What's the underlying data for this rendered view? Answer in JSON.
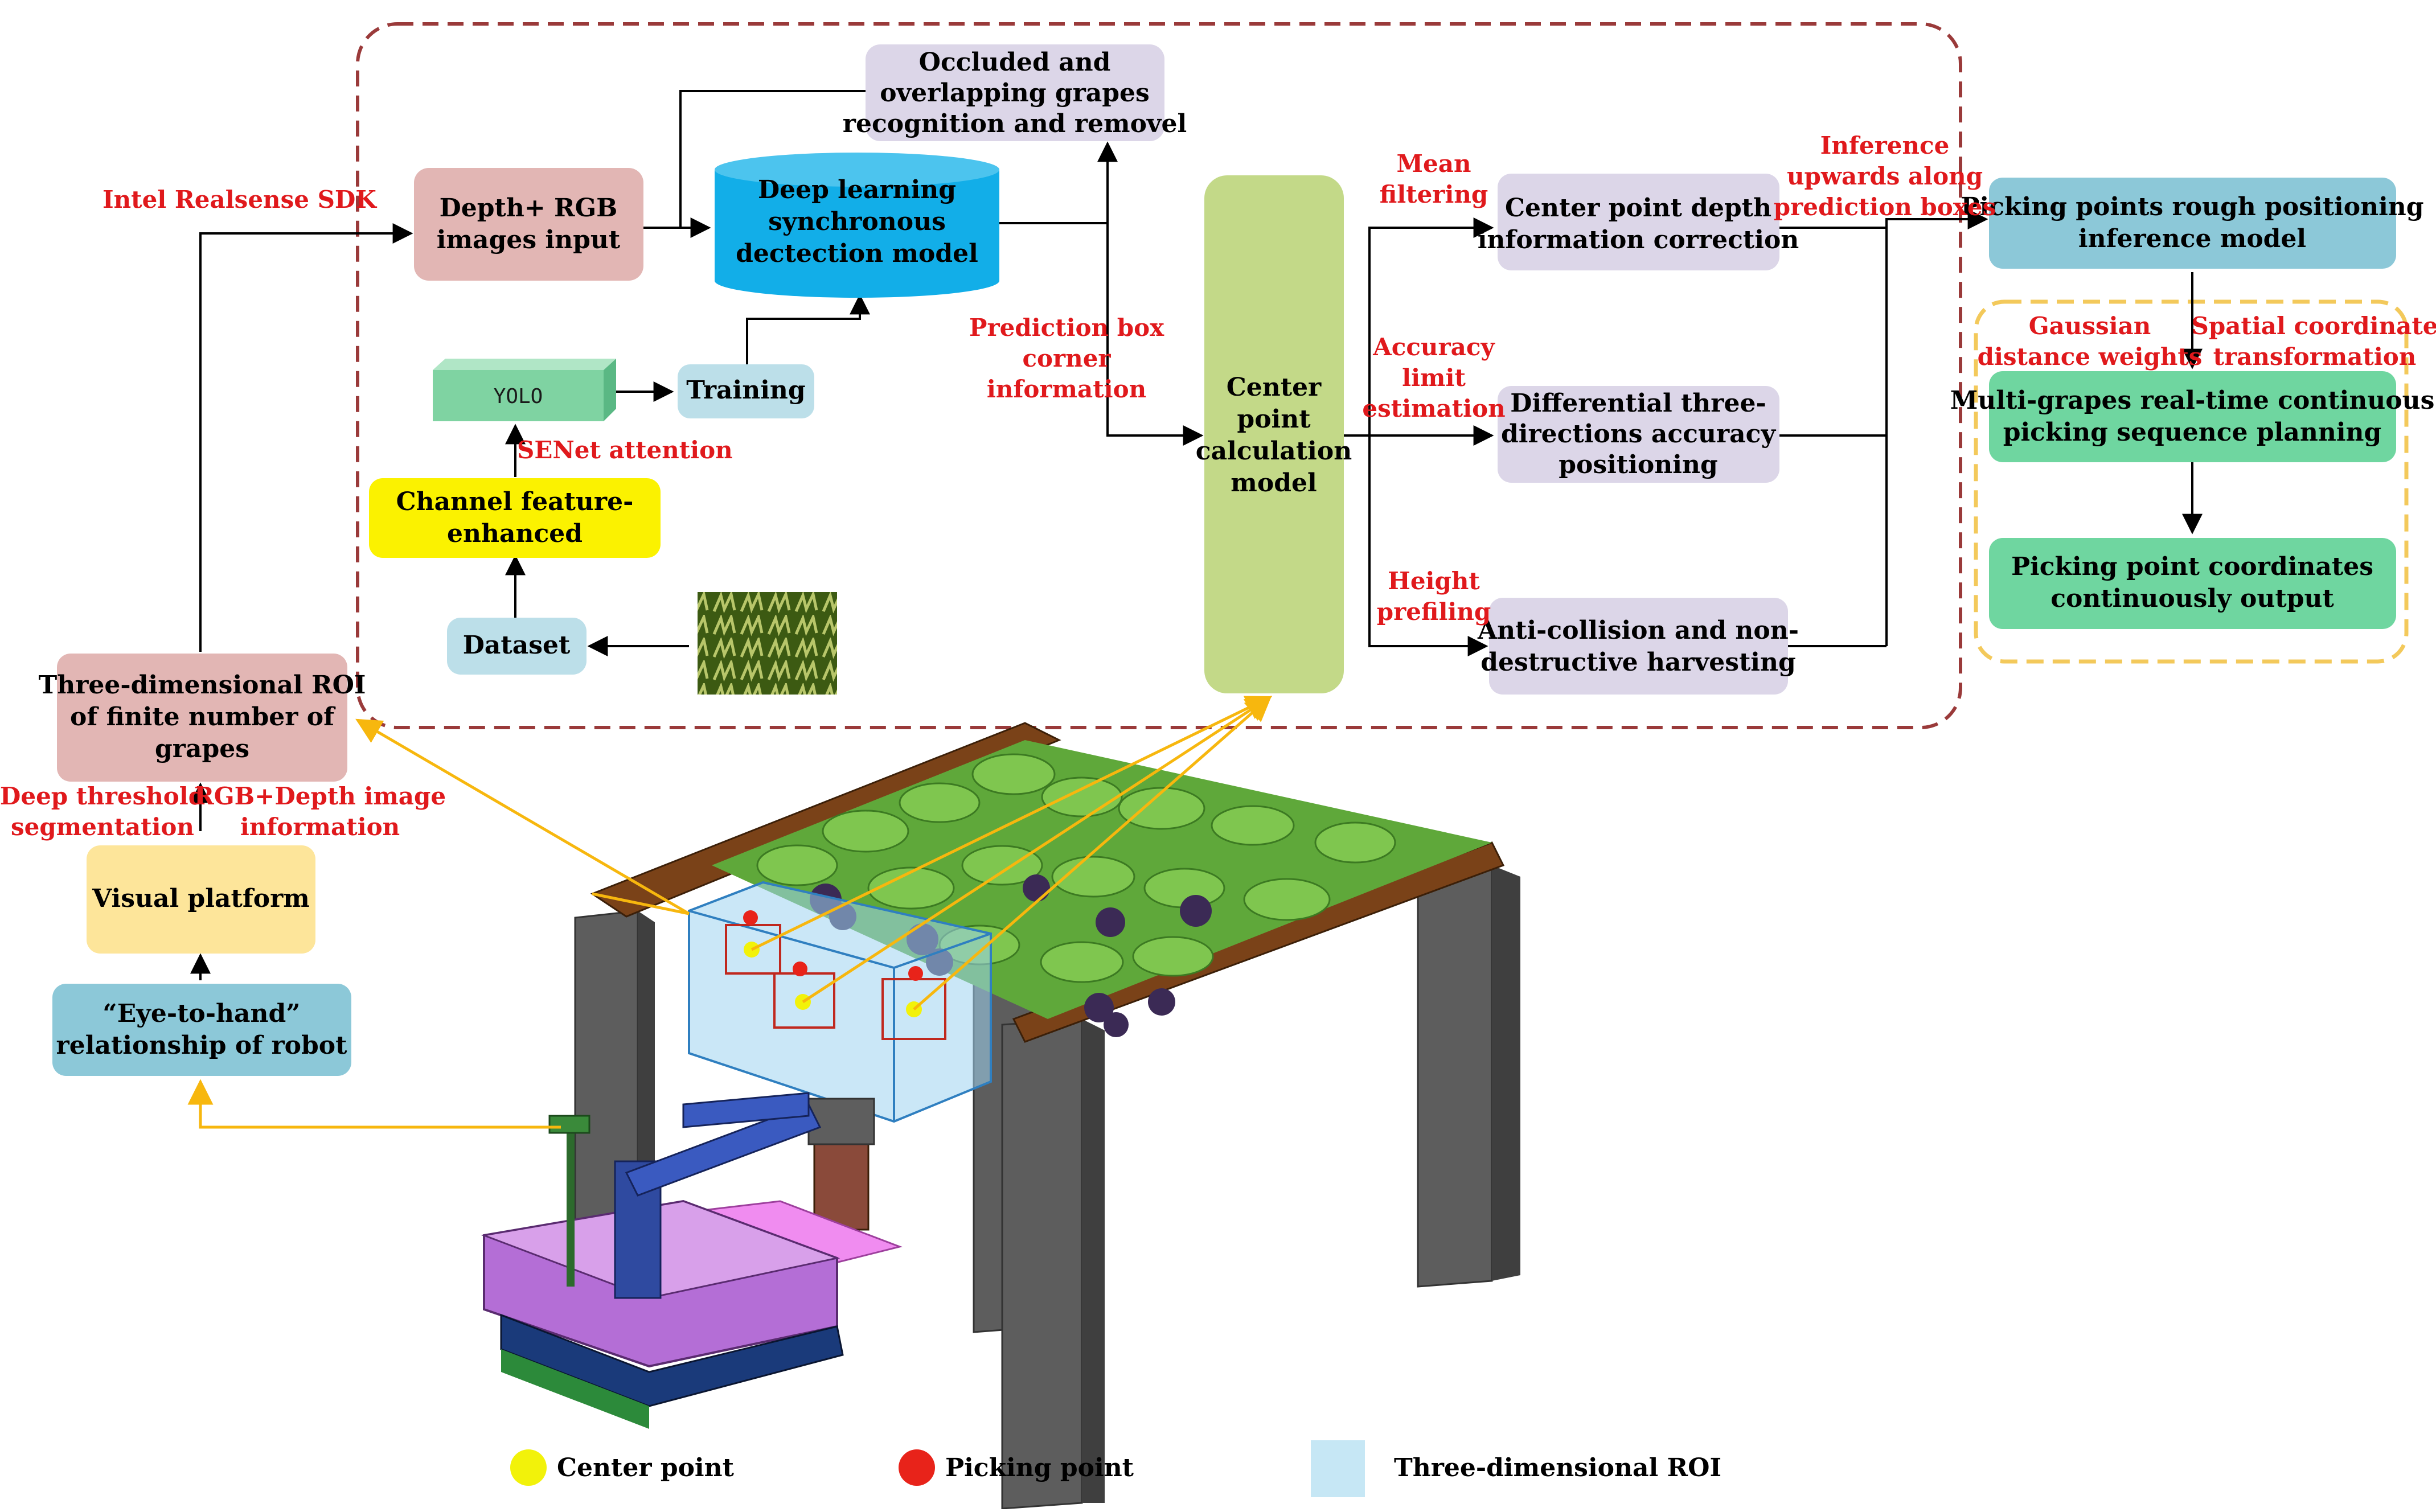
{
  "nodes": {
    "occluded": [
      "Occluded and",
      "overlapping grapes",
      "recognition and removel"
    ],
    "depth_rgb": [
      "Depth+ RGB",
      "images input"
    ],
    "deep_learning": [
      "Deep learning",
      "synchronous",
      "dectection model"
    ],
    "yolo": "YOLO",
    "training": "Training",
    "channel": [
      "Channel feature-",
      "enhanced"
    ],
    "dataset": "Dataset",
    "center_calc": [
      "Center",
      "point",
      "calculation",
      "model"
    ],
    "center_depth": [
      "Center point depth",
      "information correction"
    ],
    "differential": [
      "Differential three-",
      "directions accuracy",
      "positioning"
    ],
    "anti_collision": [
      "Anti-collision and non-",
      "destructive harvesting"
    ],
    "rough_positioning": [
      "Picking points rough positioning",
      "inference model"
    ],
    "multi_grapes": [
      "Multi-grapes real-time continuous",
      "picking sequence planning"
    ],
    "coordinates_output": [
      "Picking point coordinates",
      "continuously output"
    ],
    "roi": [
      "Three-dimensional ROI",
      "of finite number of",
      "grapes"
    ],
    "visual_platform": "Visual platform",
    "eye_to_hand": [
      "“Eye-to-hand”",
      "relationship of robot"
    ]
  },
  "labels": {
    "intel": "Intel Realsense SDK",
    "senet": "SENet attention",
    "prediction_box": [
      "Prediction box",
      "corner",
      "information"
    ],
    "mean_filtering": [
      "Mean",
      "filtering"
    ],
    "accuracy_limit": [
      "Accuracy",
      "limit",
      "estimation"
    ],
    "height_prefiling": [
      "Height",
      "prefiling"
    ],
    "inference_upwards": [
      "Inference",
      "upwards along",
      "prediction boxes"
    ],
    "gaussian": [
      "Gaussian",
      "distance weights"
    ],
    "spatial": [
      "Spatial coordinate",
      "transformation"
    ],
    "deep_threshold": [
      "Deep threshold",
      "segmentation"
    ],
    "rgb_depth_info": [
      "RGB+Depth image",
      "information"
    ]
  },
  "legend": {
    "center_point": "Center point",
    "picking_point": "Picking point",
    "roi": "Three-dimensional ROI"
  },
  "colors": {
    "pink_box": "#e2b6b4",
    "lavender_box": "#dcd6e8",
    "cyan_cylinder": "#12aee8",
    "green_yolo": "#7fd3a2",
    "light_blue_box": "#bcdfe9",
    "yellow_box": "#fbf200",
    "olive_green": "#c3d988",
    "teal_box": "#8cc8d8",
    "green_box": "#6fd6a0",
    "pale_orange": "#fde59a",
    "label_red": "#e0191c",
    "dashed_red_border": "#9a3a3a",
    "dashed_yellow_border": "#f3c95b",
    "arrow_yellow": "#f7b70e"
  }
}
